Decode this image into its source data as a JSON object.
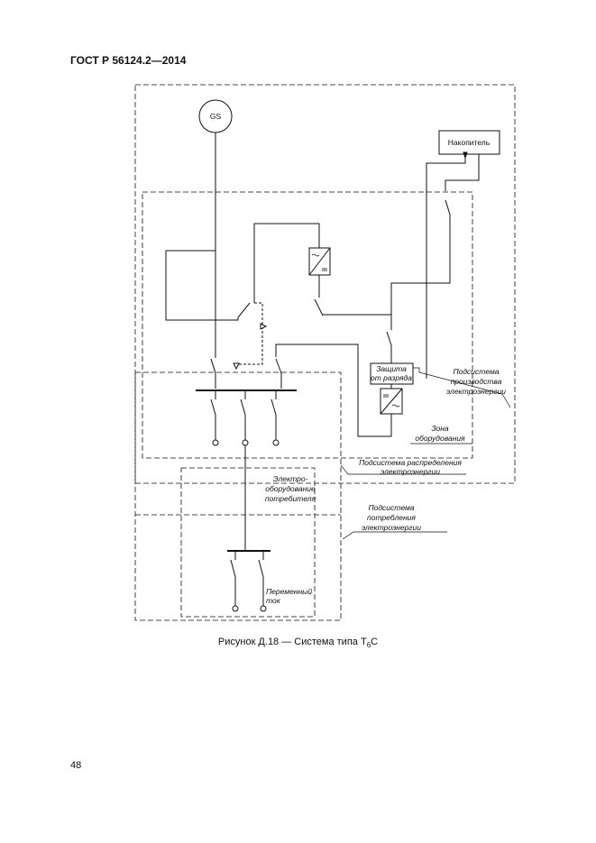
{
  "header": {
    "standard": "ГОСТ Р 56124.2—2014"
  },
  "diagram": {
    "generator": "GS",
    "storage": "Накопитель",
    "protection_line1": "Защита",
    "protection_line2": "от разряда",
    "production_line1": "Подсистема",
    "production_line2": "производства",
    "production_line3": "электроэнергии",
    "equipment_zone_line1": "Зона",
    "equipment_zone_line2": "оборудования",
    "distribution_line1": "Подсистема распределения",
    "distribution_line2": "электроэнергии",
    "consumer_equipment_line1": "Электро-",
    "consumer_equipment_line2": "оборудование",
    "consumer_equipment_line3": "потребителя",
    "consumption_line1": "Подсистема",
    "consumption_line2": "потребления",
    "consumption_line3": "электроэнергии",
    "ac_line1": "Переменный",
    "ac_line2": "ток"
  },
  "caption": {
    "text": "Рисунок Д.18 — Система типа Т",
    "subscript": "6",
    "suffix": "С"
  },
  "page_number": "48"
}
